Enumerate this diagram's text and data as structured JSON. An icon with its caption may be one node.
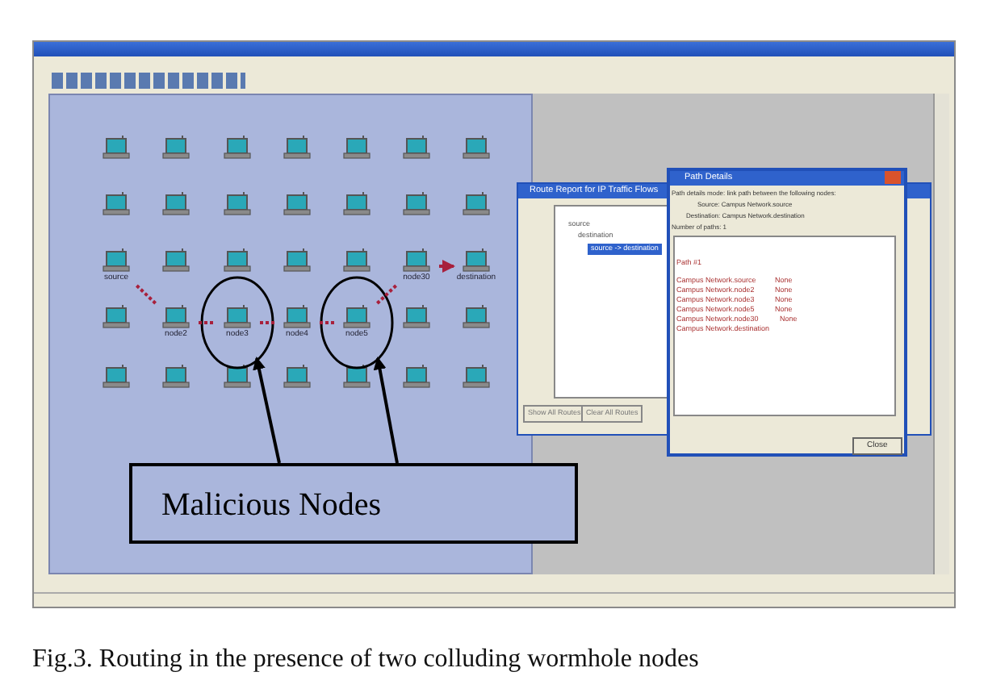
{
  "diagram": {
    "caption": "Fig.3. Routing in the presence of two colluding wormhole nodes",
    "nodes": [
      {
        "text": [],
        "shape": "picture"
      },
      {
        "text": [],
        "shape": "picture"
      },
      {
        "text": [],
        "shape": "picture"
      },
      {
        "text": [],
        "shape": "picture"
      },
      {
        "text": [],
        "shape": "picture"
      },
      {
        "text": [],
        "shape": "picture"
      },
      {
        "text": [],
        "shape": "picture"
      },
      {
        "text": [],
        "shape": "picture"
      },
      {
        "text": [],
        "shape": "picture"
      },
      {
        "text": [],
        "shape": "picture"
      },
      {
        "text": [],
        "shape": "picture"
      },
      {
        "text": [],
        "shape": "picture"
      },
      {
        "text": [],
        "shape": "picture"
      },
      {
        "text": [],
        "shape": "picture"
      },
      {
        "text": [
          "source"
        ]
      },
      {
        "text": [],
        "shape": "picture"
      },
      {
        "text": [],
        "shape": "picture"
      },
      {
        "text": [],
        "shape": "picture"
      },
      {
        "text": [],
        "shape": "picture"
      },
      {
        "text": [
          "node30"
        ]
      },
      {
        "text": [
          "destination"
        ]
      },
      {
        "text": [],
        "shape": "picture"
      },
      {
        "text": [
          "node2"
        ]
      },
      {
        "text": [
          "node3"
        ]
      },
      {
        "text": [
          "node4"
        ]
      },
      {
        "text": [
          "node5"
        ]
      },
      {
        "text": [],
        "shape": "picture"
      },
      {
        "text": [],
        "shape": "picture"
      },
      {
        "text": [],
        "shape": "picture"
      },
      {
        "text": [],
        "shape": "picture"
      },
      {
        "text": [],
        "shape": "picture"
      },
      {
        "text": [],
        "shape": "picture"
      },
      {
        "text": [],
        "shape": "picture"
      },
      {
        "text": [],
        "shape": "picture"
      },
      {
        "text": [],
        "shape": "picture"
      },
      {
        "text": [
          "Malicious Nodes"
        ]
      }
    ],
    "edges": [
      {
        "from": 14,
        "to": 22,
        "arrow": "none",
        "style": "dashed",
        "color": "#a8203c"
      },
      {
        "from": 22,
        "to": 23,
        "arrow": "none",
        "style": "dashed",
        "color": "#a8203c"
      },
      {
        "from": 23,
        "to": 24,
        "arrow": "none",
        "style": "dashed",
        "color": "#a8203c"
      },
      {
        "from": 24,
        "to": 25,
        "arrow": "none",
        "style": "dashed",
        "color": "#a8203c"
      },
      {
        "from": 25,
        "to": 19,
        "arrow": "none",
        "style": "dashed",
        "color": "#a8203c"
      },
      {
        "from": 19,
        "to": 20,
        "arrow": "to",
        "style": "dashed",
        "color": "#a8203c"
      },
      {
        "from": 35,
        "to": 23,
        "arrow": "to",
        "color": "#000000"
      },
      {
        "from": 35,
        "to": 25,
        "arrow": "to",
        "color": "#000000"
      }
    ],
    "labels": [
      "Route Report for IP Traffic Flows",
      "source",
      "destination",
      "source -> destination",
      "Show All Routes",
      "Clear All Routes",
      "Path Details",
      "Path details mode: link path between the following nodes:",
      "Source: Campus Network.source",
      "Destination: Campus Network.destination",
      "Number of paths: 1",
      "Path #1",
      "Campus Network.source",
      "None",
      "Campus Network.node2",
      "None",
      "Campus Network.node3",
      "None",
      "Campus Network.node5",
      "None",
      "Campus Network.node30",
      "None",
      "Campus Network.destination",
      "Close"
    ]
  }
}
